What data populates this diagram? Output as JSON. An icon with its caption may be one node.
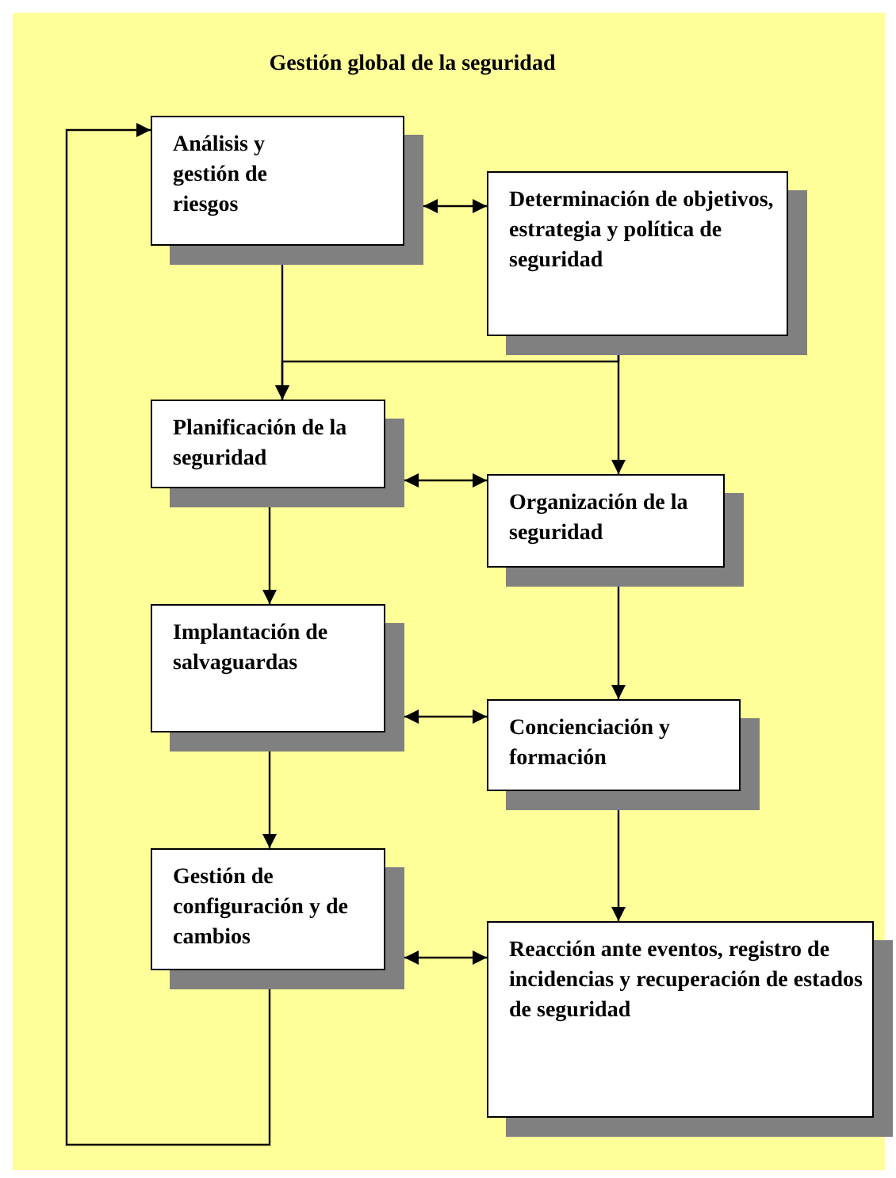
{
  "diagram": {
    "title": "Gestión global de la seguridad",
    "nodes": [
      {
        "text": [
          "Análisis y gestión de riesgos"
        ]
      },
      {
        "text": [
          "Determinación de objetivos, estrategia y política de seguridad"
        ]
      },
      {
        "text": [
          "Planificación de la seguridad"
        ]
      },
      {
        "text": [
          "Organización de la seguridad"
        ]
      },
      {
        "text": [
          "Implantación de salvaguardas"
        ]
      },
      {
        "text": [
          "Concienciación y formación"
        ]
      },
      {
        "text": [
          "Gestión de configuración y de cambios"
        ]
      },
      {
        "text": [
          "Reacción ante eventos, registro de incidencias y recuperación de estados de seguridad"
        ]
      }
    ],
    "edges": [
      {
        "from": 0,
        "to": 1,
        "arrow": "both"
      },
      {
        "from": 0,
        "to": 2,
        "arrow": "to"
      },
      {
        "from": 1,
        "to": 2,
        "arrow": "to"
      },
      {
        "from": 1,
        "to": 3,
        "arrow": "to"
      },
      {
        "from": 2,
        "to": 3,
        "arrow": "both"
      },
      {
        "from": 2,
        "to": 4,
        "arrow": "to"
      },
      {
        "from": 3,
        "to": 5,
        "arrow": "to"
      },
      {
        "from": 4,
        "to": 5,
        "arrow": "both"
      },
      {
        "from": 4,
        "to": 6,
        "arrow": "to"
      },
      {
        "from": 5,
        "to": 7,
        "arrow": "to"
      },
      {
        "from": 6,
        "to": 7,
        "arrow": "both"
      },
      {
        "from": 6,
        "to": 0,
        "arrow": "to"
      }
    ]
  }
}
